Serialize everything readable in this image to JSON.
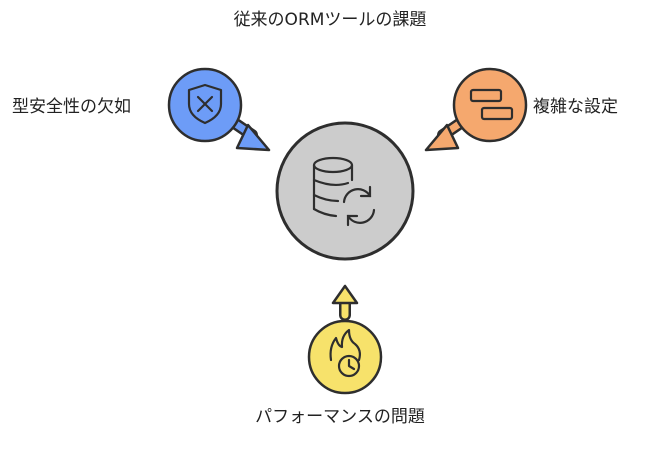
{
  "title": "従来のORMツールの課題",
  "center": {
    "icon": "database-sync-icon",
    "color": "#c8c8c8"
  },
  "issues": [
    {
      "label": "型安全性の欠如",
      "icon": "shield-x-icon",
      "color": "#6d9cf7"
    },
    {
      "label": "複雑な設定",
      "icon": "config-slots-icon",
      "color": "#f5a86e"
    },
    {
      "label": "パフォーマンスの問題",
      "icon": "flame-clock-icon",
      "color": "#f7e26b"
    }
  ]
}
